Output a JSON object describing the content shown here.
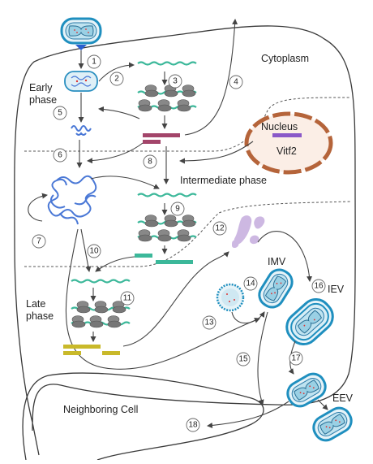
{
  "regions": {
    "cytoplasm": "Cytoplasm",
    "nucleus": "Nucleus",
    "neighboring_cell": "Neighboring Cell"
  },
  "phases": {
    "early_line1": "Early",
    "early_line2": "phase",
    "intermediate": "Intermediate phase",
    "late_line1": "Late",
    "late_line2": "phase"
  },
  "factors": {
    "vitf2": "Vitf2"
  },
  "virion_forms": {
    "imv": "IMV",
    "iev": "IEV",
    "eev": "EEV"
  },
  "steps": [
    "1",
    "2",
    "3",
    "4",
    "5",
    "6",
    "7",
    "8",
    "9",
    "10",
    "11",
    "12",
    "13",
    "14",
    "15",
    "16",
    "17",
    "18"
  ],
  "colors": {
    "dna": "#4a78d6",
    "mrna": "#3cb89a",
    "early_protein": "#a3456a",
    "intermediate_protein": "#3cb89a",
    "late_protein": "#c9b92a",
    "nucleus": "#b5643a",
    "vitf2": "#8a58c8",
    "membrane": "#cdb8e2"
  }
}
